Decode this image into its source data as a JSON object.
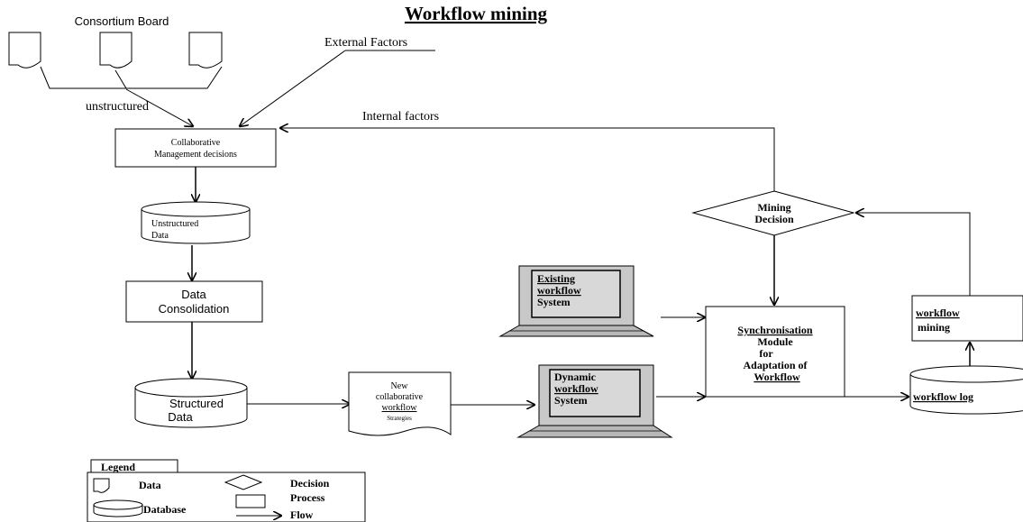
{
  "title": "Workflow mining",
  "nodes": {
    "consortium_board": "Consortium Board",
    "external_factors": "External Factors",
    "unstructured": "unstructured",
    "internal_factors": "Internal factors",
    "collab_mgmt": [
      "Collaborative",
      "Management decisions"
    ],
    "unstructured_data": [
      "Unstructured",
      "Data"
    ],
    "data_consolidation": [
      "Data",
      "Consolidation"
    ],
    "structured_data": [
      "Structured",
      "Data"
    ],
    "new_strategies": [
      "New",
      "collaborative",
      "workflow",
      "Strategies"
    ],
    "existing_system": [
      "Existing",
      "workflow",
      "System"
    ],
    "dynamic_system": [
      "Dynamic",
      "workflow",
      "System"
    ],
    "sync_module": [
      "Synchronisation",
      "Module",
      "for",
      "Adaptation of",
      "Workflow"
    ],
    "mining_decision": [
      "Mining",
      "Decision"
    ],
    "workflow_mining": [
      "workflow",
      "mining"
    ],
    "workflow_log": "workflow log"
  },
  "legend": {
    "title": "Legend",
    "data": "Data",
    "decision": "Decision",
    "process": "Process",
    "database": "Database",
    "flow": "Flow"
  }
}
